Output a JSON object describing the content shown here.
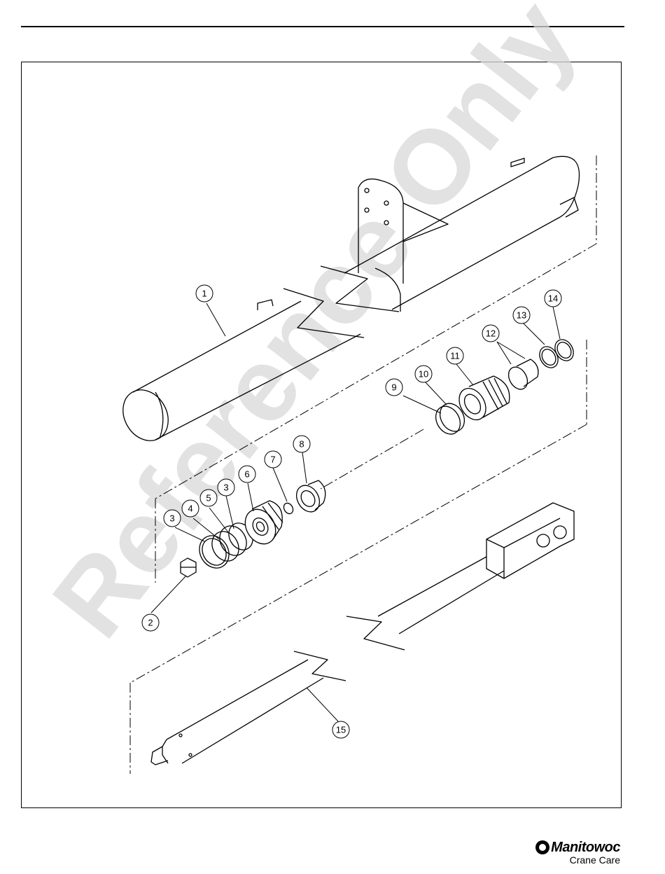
{
  "watermark": "Reference Only",
  "callouts": [
    "1",
    "2",
    "3",
    "4",
    "5",
    "3",
    "6",
    "7",
    "8",
    "9",
    "10",
    "11",
    "12",
    "13",
    "14",
    "15"
  ],
  "logo": {
    "brand": "Manitowoc",
    "sub": "Crane Care"
  }
}
